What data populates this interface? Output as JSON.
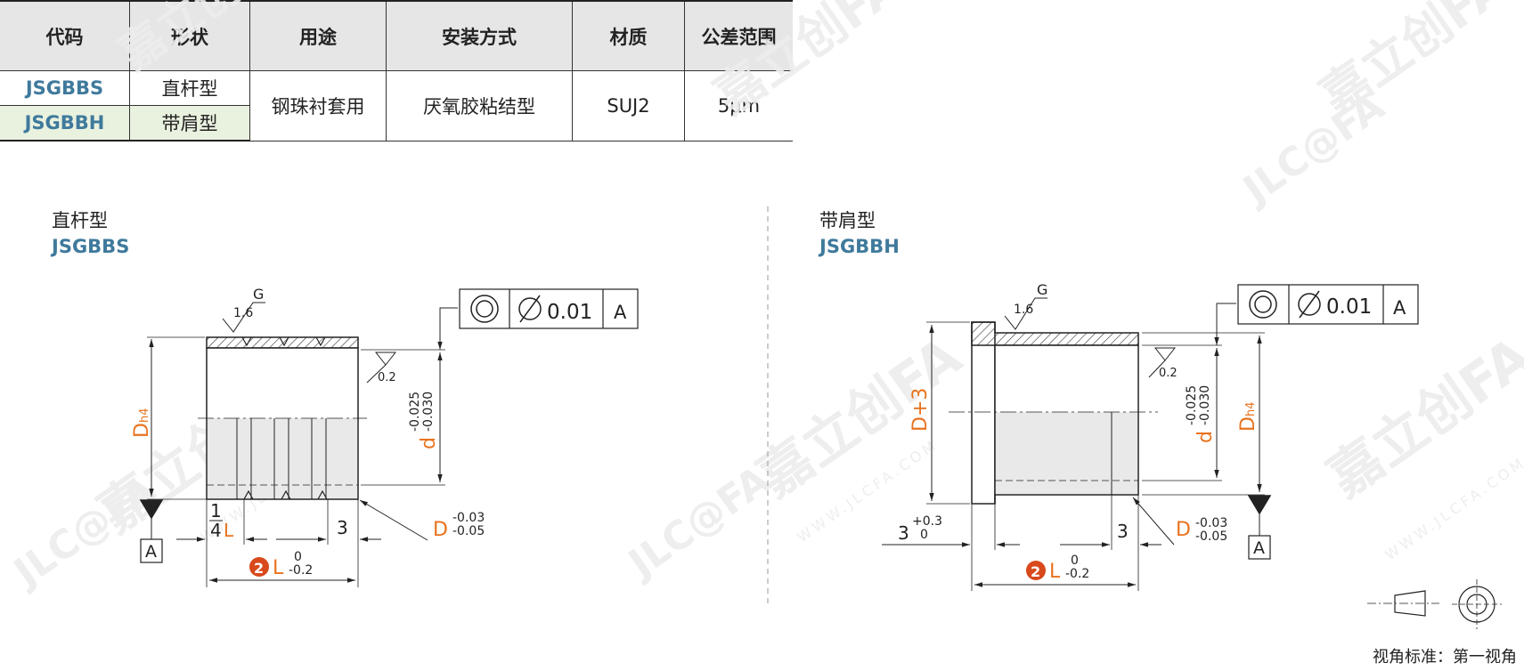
{
  "table": {
    "headers": [
      "代码",
      "形状",
      "用途",
      "安装方式",
      "材质",
      "公差范围"
    ],
    "rows": [
      {
        "code": "JSGBBS",
        "shape": "直杆型"
      },
      {
        "code": "JSGBBH",
        "shape": "带肩型"
      }
    ],
    "usage": "钢珠衬套用",
    "install": "厌氧胶粘结型",
    "material": "SUJ2",
    "tolerance": "5μm"
  },
  "left_section": {
    "title": "直杆型",
    "code": "JSGBBS"
  },
  "right_section": {
    "title": "带肩型",
    "code": "JSGBBH"
  },
  "dimensions": {
    "roughness": "1.6",
    "grind_mark": "G",
    "concentricity": "0.01",
    "datum": "A",
    "flatness": "0.2",
    "d_label": "d",
    "d_tol_upper": "-0.025",
    "d_tol_lower": "-0.030",
    "D_label": "D",
    "D_tol_upper": "-0.03",
    "D_tol_lower": "-0.05",
    "Dh4_main": "D",
    "Dh4_sub": "h4",
    "L_label": "L",
    "L_tol_upper": "0",
    "L_tol_lower": "-0.2",
    "L_marker": "2",
    "quarter_num": "1",
    "quarter_den": "4",
    "groove_dim": "3",
    "flange_dim": "3",
    "flange_tol_upper": "+0.3",
    "flange_tol_lower": "0",
    "D_plus": "D+3"
  },
  "watermark": {
    "brand": "嘉立创FA",
    "logo": "JLC@FA",
    "site": "WWW.JLCFA.COM"
  },
  "view_standard": "视角标准：第一视角",
  "colors": {
    "code_blue": "#3f7a9c",
    "dim_orange": "#e8731e",
    "marker_red": "#d8491b",
    "header_gray": "#e6e6e6",
    "row_green": "#e9f1df"
  }
}
